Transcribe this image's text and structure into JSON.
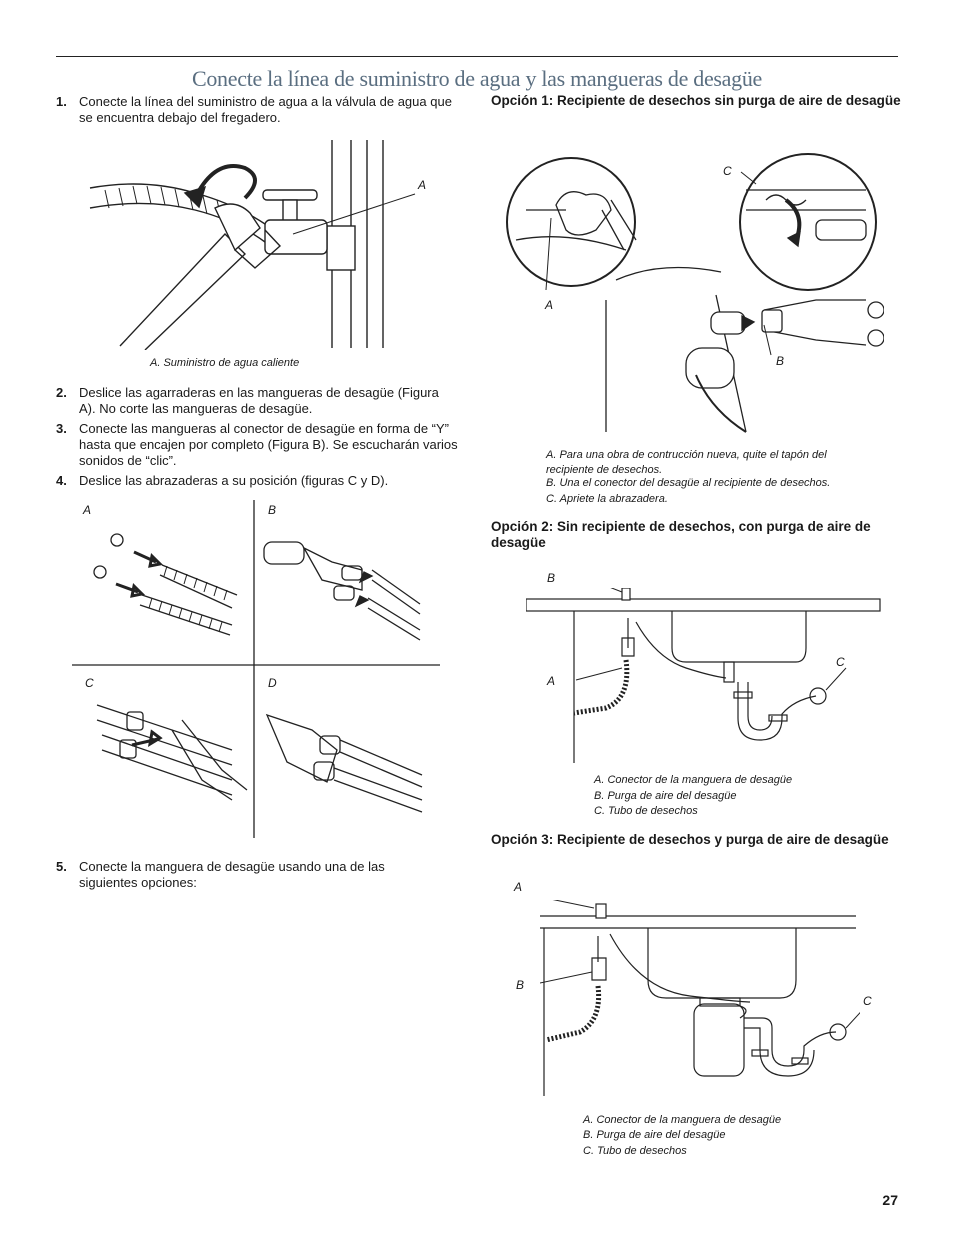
{
  "page_title": "Conecte la línea de suministro de agua y las mangueras de desagüe",
  "steps": [
    {
      "num": "1.",
      "text": "Conecte la línea del suministro de agua a la válvula de agua que se encuentra debajo del fregadero."
    },
    {
      "num": "2.",
      "text": "Deslice las agarraderas en las mangueras de desagüe (Figura A). No corte las mangueras de desagüe."
    },
    {
      "num": "3.",
      "text": "Conecte las mangueras al conector de desagüe en forma de “Y” hasta que encajen por completo (Figura B). Se escucharán varios sonidos de “clic”."
    },
    {
      "num": "4.",
      "text": "Deslice las abrazaderas a su posición (figuras C y D)."
    },
    {
      "num": "5.",
      "text": "Conecte la manguera de desagüe usando una de las siguientes opciones:"
    }
  ],
  "fig1": {
    "label_a": "A",
    "caption": "A. Suministro de agua caliente"
  },
  "fig_grid": {
    "a": "A",
    "b": "B",
    "c": "C",
    "d": "D"
  },
  "option1": {
    "heading": "Opción 1: Recipiente de desechos sin purga de aire de desagüe",
    "labels": {
      "a": "A",
      "b": "B",
      "c": "C"
    },
    "captions": [
      "A. Para una obra de contrucción nueva, quite el tapón del recipiente de desechos.",
      "B. Una el conector del desagüe al recipiente de desechos.",
      "C. Apriete la abrazadera."
    ]
  },
  "option2": {
    "heading": "Opción 2: Sin recipiente de desechos, con purga de aire de desagüe",
    "labels": {
      "a": "A",
      "b": "B",
      "c": "C"
    },
    "captions": [
      "A. Conector de la manguera de desagüe",
      "B. Purga de aire del desagüe",
      "C. Tubo de desechos"
    ]
  },
  "option3": {
    "heading": "Opción 3: Recipiente de desechos y purga de aire de desagüe",
    "labels": {
      "a": "A",
      "b": "B",
      "c": "C"
    },
    "captions": [
      "A. Conector de la manguera de desagüe",
      "B. Purga de aire del desagüe",
      "C. Tubo de desechos"
    ]
  },
  "page_number": "27"
}
